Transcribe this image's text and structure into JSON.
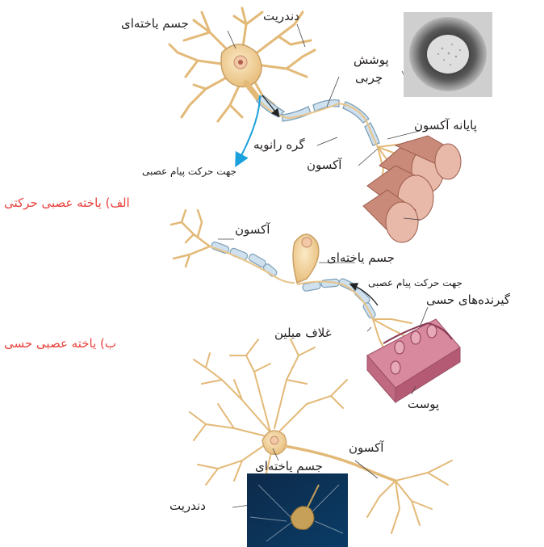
{
  "colors": {
    "caption": "#e8413c",
    "neuron_fill": "#f5d9a4",
    "neuron_stroke": "#c9a064",
    "myelin_fill": "#cfe1ee",
    "myelin_stroke": "#7e9fb6",
    "arrow_blue": "#1aa0dc",
    "muscle": "#c98a7a",
    "skin": "#d9899e",
    "label_text": "#231f20"
  },
  "motor": {
    "label_dendrite": "دندریت",
    "label_cell_body": "جسم یاخته‌ای",
    "label_myelin_line1": "پوشش",
    "label_myelin_line2": "چربی",
    "label_axon_terminal": "پایانه آکسون",
    "label_node": "گره رانویه",
    "label_axon": "آکسون",
    "label_impulse": "جهت حرکت پیام عصبی",
    "caption": "الف) یاخته عصبی حرکتی"
  },
  "sensory": {
    "label_axon": "آکسون",
    "label_cell_body": "جسم یاخته‌ای",
    "label_impulse": "جهت حرکت پیام عصبی",
    "label_receptors": "گیرنده‌های حسی",
    "label_myelin_sheath": "غلاف میلین",
    "label_skin": "پوست",
    "caption": "ب) یاخته عصبی حسی"
  },
  "inter": {
    "label_axon": "آکسون",
    "label_cell_body": "جسم یاخته‌ای",
    "label_dendrite": "دندریت"
  }
}
